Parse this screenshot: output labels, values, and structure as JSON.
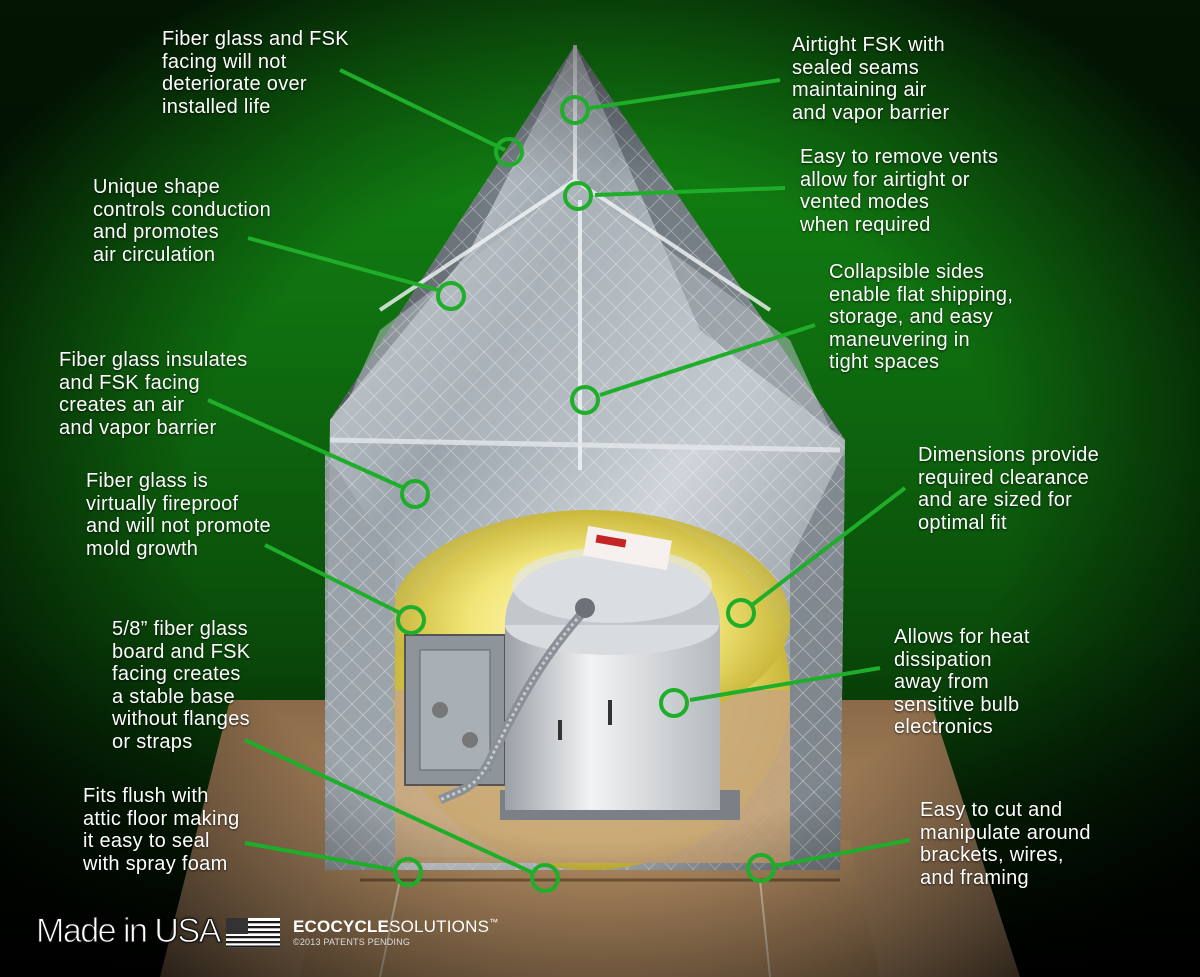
{
  "callouts": [
    {
      "id": "top-left",
      "text": "Fiber glass and FSK\nfacing will not\ndeteriorate over\ninstalled life"
    },
    {
      "id": "top-right",
      "text": "Airtight FSK with\nsealed seams\nmaintaining air\nand vapor barrier"
    },
    {
      "id": "vents",
      "text": "Easy to remove vents\nallow for airtight or\nvented modes\nwhen required"
    },
    {
      "id": "shape",
      "text": "Unique shape\ncontrols conduction\nand promotes\nair circulation"
    },
    {
      "id": "collapsible",
      "text": "Collapsible sides\nenable flat shipping,\nstorage, and easy\nmaneuvering in\ntight spaces"
    },
    {
      "id": "insulates",
      "text": "Fiber glass insulates\nand FSK facing\ncreates an air\nand vapor barrier"
    },
    {
      "id": "fireproof",
      "text": "Fiber glass is\nvirtually fireproof\nand will not promote\nmold growth"
    },
    {
      "id": "dimensions",
      "text": "Dimensions provide\nrequired clearance\nand are sized for\noptimal fit"
    },
    {
      "id": "base",
      "text": "5/8” fiber glass\nboard and FSK\nfacing creates\na stable base\nwithout flanges\nor straps"
    },
    {
      "id": "heat",
      "text": "Allows for heat\ndissipation\naway from\nsensitive bulb\nelectronics"
    },
    {
      "id": "flush",
      "text": "Fits flush with\nattic floor making\nit easy to seal\nwith spray foam"
    },
    {
      "id": "cut",
      "text": "Easy to cut and\nmanipulate around\nbrackets, wires,\nand framing"
    }
  ],
  "brand": {
    "made_in": "Made in USA",
    "eco_bold": "ECOCYCLE",
    "eco_rest": "SOLUTIONS",
    "trademark": "™",
    "patent": "©2013 PATENTS PENDING"
  },
  "colors": {
    "accent_green": "#1fae2a",
    "bg_green_top": "#138a13",
    "callout_text": "#ffffff"
  }
}
